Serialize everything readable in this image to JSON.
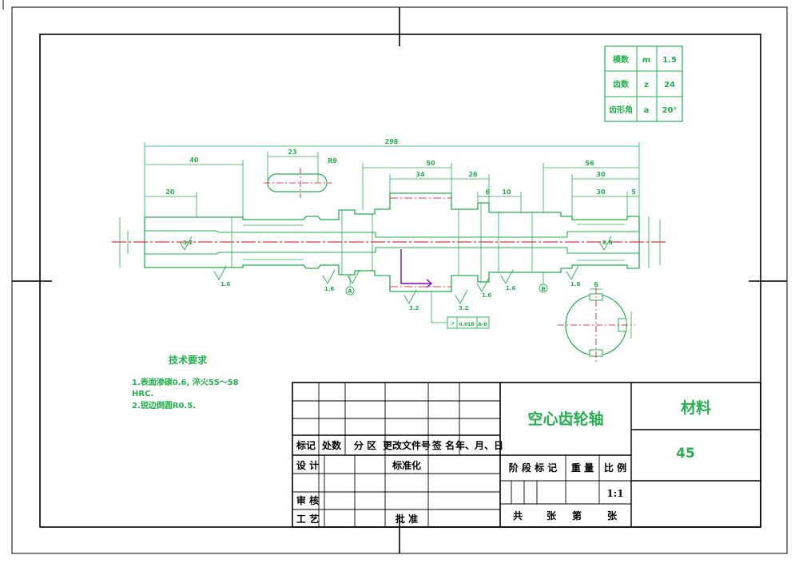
{
  "colors": {
    "drawing": "#22b14c",
    "centerline": "#d6001c",
    "frame": "#000000",
    "datum": "#8800cc"
  },
  "gear_params": {
    "rows": [
      {
        "name": "模数",
        "symbol": "m",
        "value": "1.5"
      },
      {
        "name": "齿数",
        "symbol": "z",
        "value": "24"
      },
      {
        "name": "齿形角",
        "symbol": "a",
        "value": "20°"
      }
    ]
  },
  "dimensions": {
    "overall": "298",
    "d40": "40",
    "d20": "20",
    "d23": "23",
    "d50": "50",
    "d34": "34",
    "d26": "26",
    "d56": "56",
    "d30": "30",
    "d10": "10",
    "d6": "6",
    "d30b": "30",
    "d5": "5",
    "r9": "R9"
  },
  "roughness": [
    "1.6",
    "1.6",
    "0.8",
    "3.2",
    "1.6",
    "1.6",
    "3.2",
    "1.6",
    "3.2"
  ],
  "markers": [
    "A",
    "B"
  ],
  "tolerance_frame": {
    "symbol": "↗",
    "value": "0.018",
    "datum": "A-B"
  },
  "tech_requirements": {
    "title": "技术要求",
    "lines": [
      "1.表面渗碳0.6, 淬火55～58",
      "HRC.",
      "2.锐边倒圆R0.5."
    ]
  },
  "title_block": {
    "part_name": "空心齿轮轴",
    "material_label": "材料",
    "material_value": "45",
    "revision_headers": [
      "标记",
      "处数",
      "分 区",
      "更改文件号",
      "签 名",
      "年、月、日"
    ],
    "design": "设 计",
    "standardize": "标准化",
    "stage_headers": [
      "阶 段 标 记",
      "重 量",
      "比 例"
    ],
    "scale": "1:1",
    "review": "审 核",
    "process": "工 艺",
    "approve": "批 准",
    "sheets": [
      "共",
      "张",
      "第",
      "张"
    ]
  }
}
